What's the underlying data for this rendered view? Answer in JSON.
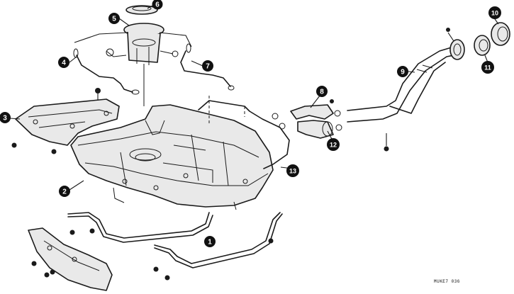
{
  "diagram": {
    "callouts": [
      "1",
      "2",
      "3",
      "4",
      "5",
      "6",
      "7",
      "8",
      "9",
      "10",
      "11",
      "12",
      "13"
    ],
    "code": "MUKE7 036"
  }
}
